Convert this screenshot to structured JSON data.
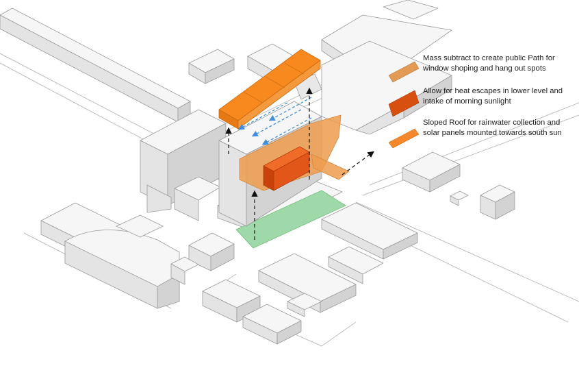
{
  "legend": [
    {
      "text": "Mass subtract to create public Path for window shoping and hang out spots",
      "color": "#e39a55"
    },
    {
      "text": "Allow for heat escapes in lower level and intake of morning sunlight",
      "color": "#d8500f"
    },
    {
      "text": "Sloped Roof for rainwater collection and solar panels mounted towards south sun",
      "color": "#f5882a"
    }
  ],
  "colors": {
    "roof_orange": "#f7891f",
    "subtract_orange": "#ef9c4f",
    "heat_orange": "#e2561a",
    "green_path": "#9fd9a9",
    "airflow_blue": "#3f8fd9",
    "building_top": "#f6f6f6",
    "building_left": "#e4e4e4",
    "building_right": "#d3d3d3"
  }
}
